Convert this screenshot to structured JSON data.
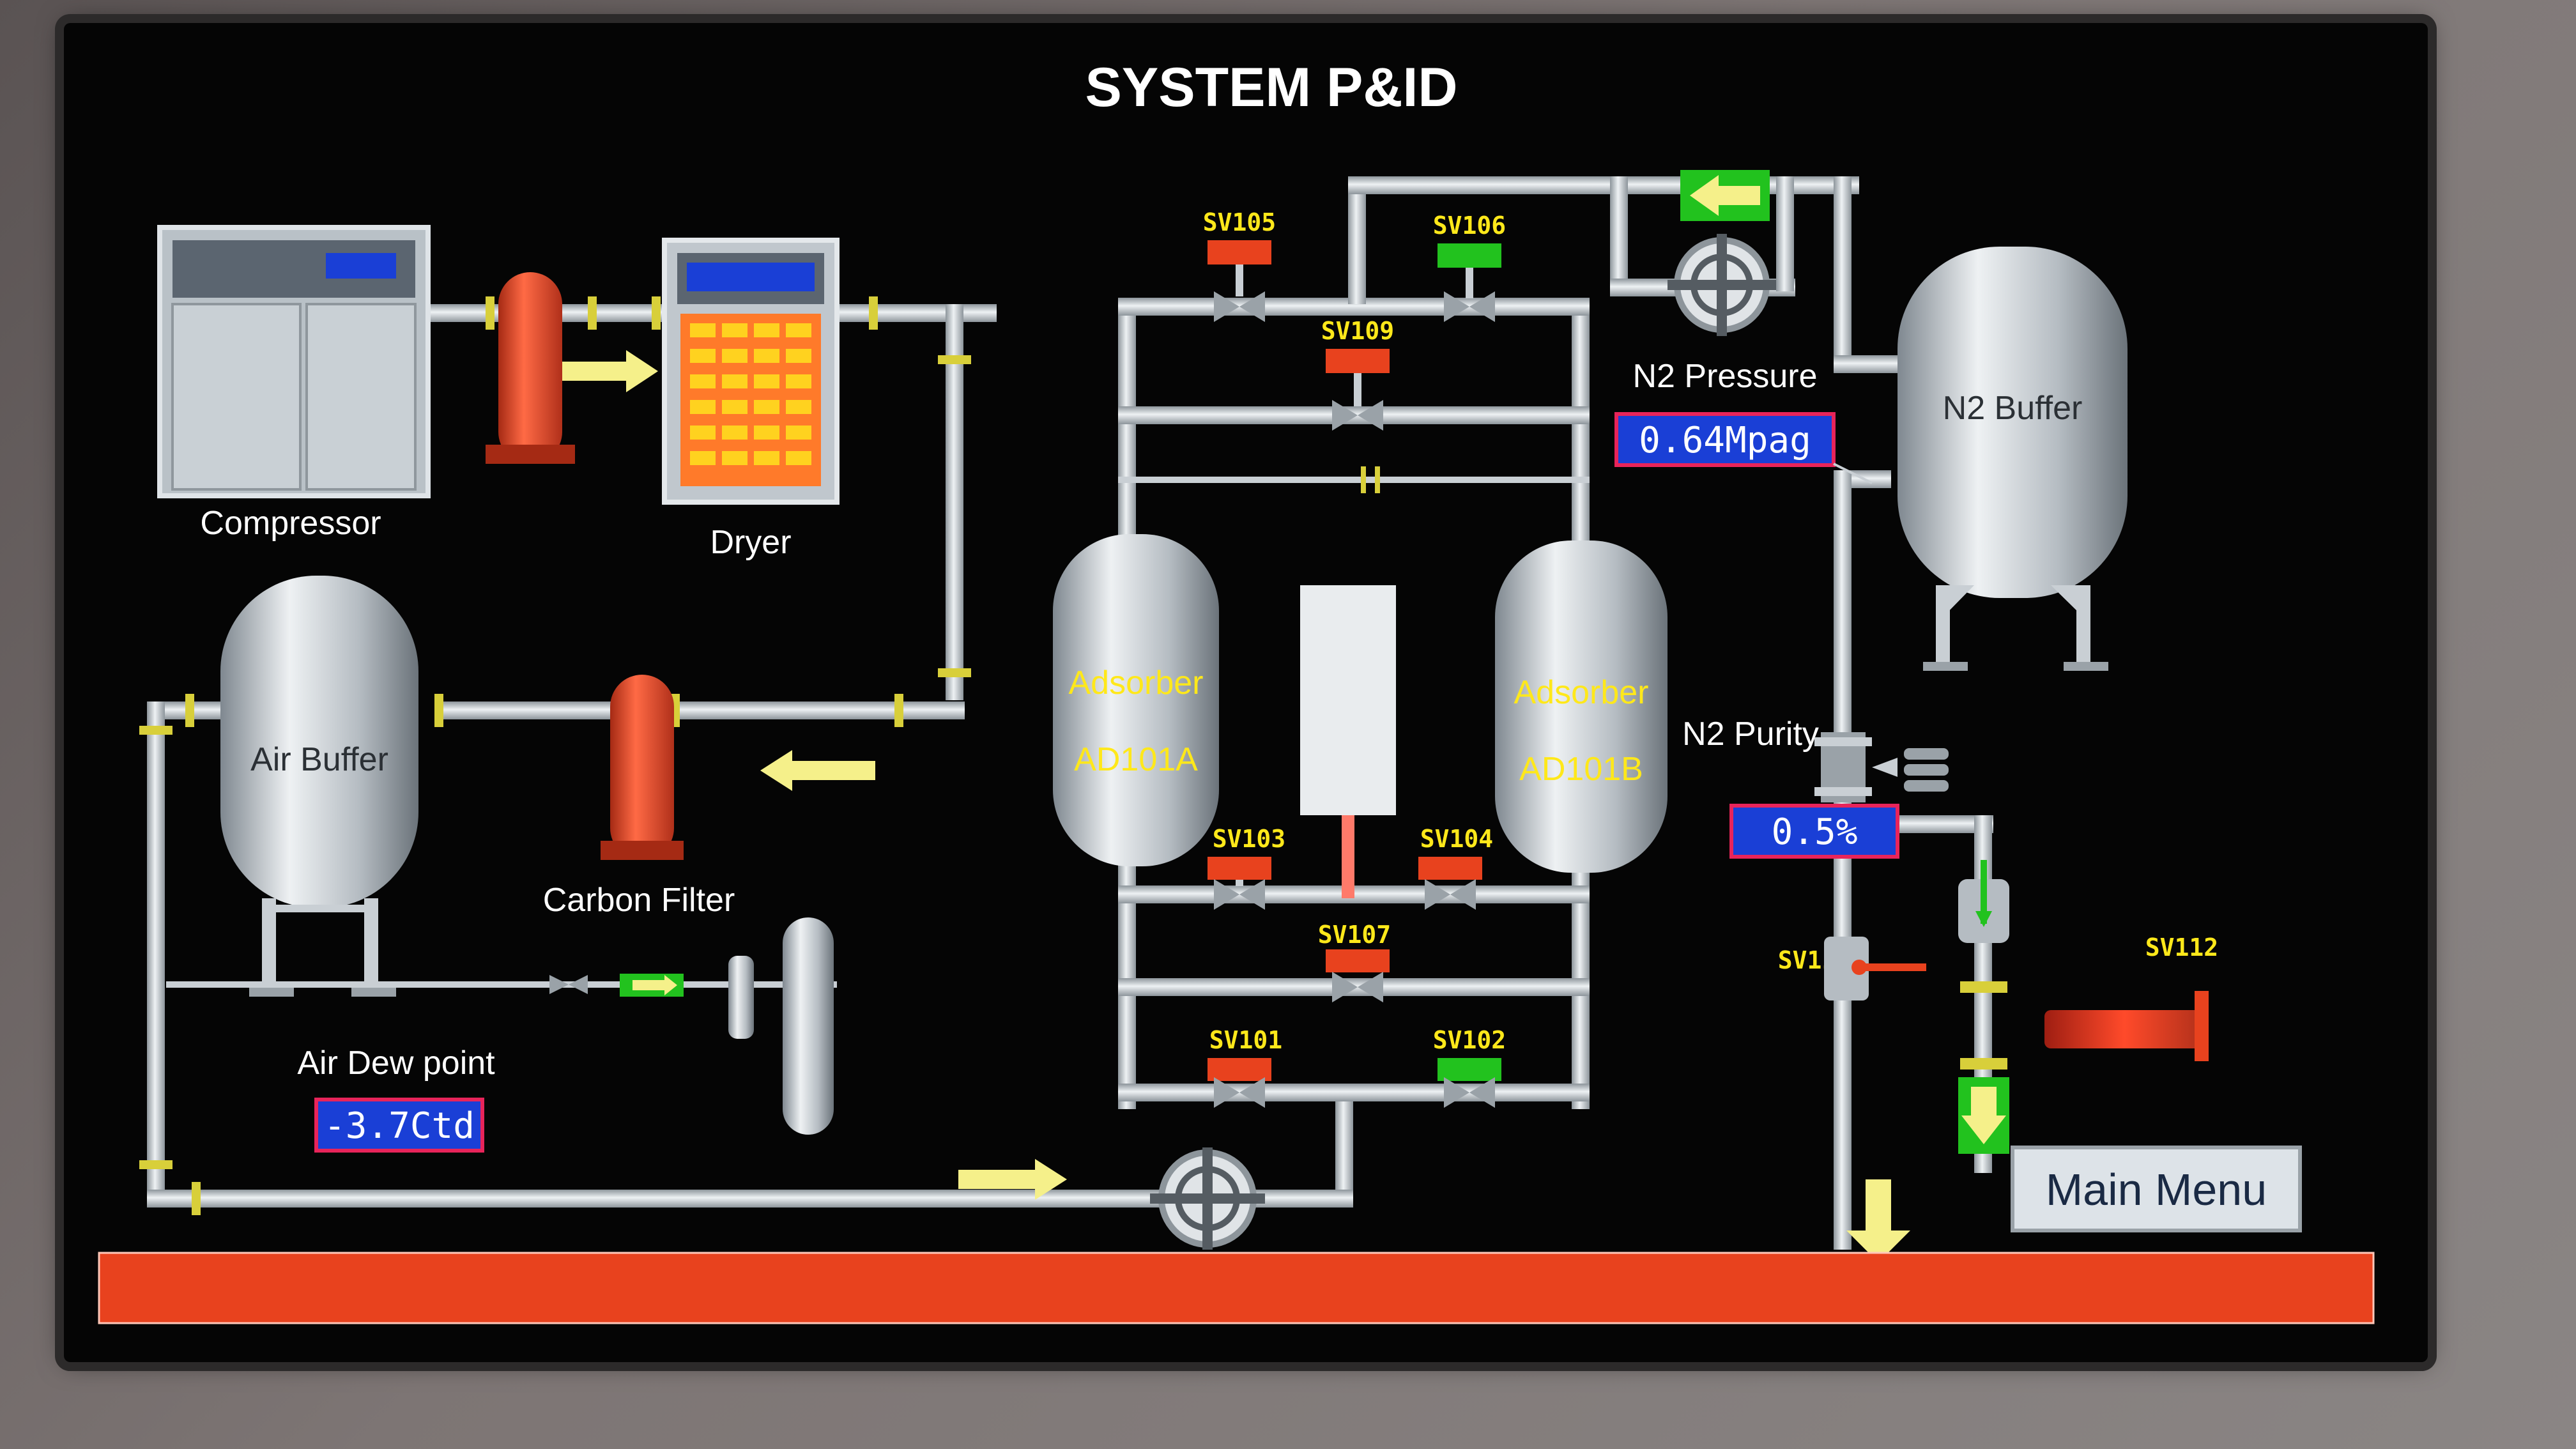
{
  "title": "SYSTEM P&ID",
  "equipment": {
    "compressor": "Compressor",
    "dryer": "Dryer",
    "air_buffer": "Air Buffer",
    "carbon_filter": "Carbon Filter",
    "n2_buffer": "N2 Buffer",
    "adsorber_a_line1": "Adsorber",
    "adsorber_a_line2": "AD101A",
    "adsorber_b_line1": "Adsorber",
    "adsorber_b_line2": "AD101B"
  },
  "valves": {
    "sv101": {
      "label": "SV101",
      "state_color": "#e8421e"
    },
    "sv102": {
      "label": "SV102",
      "state_color": "#22c21e"
    },
    "sv103": {
      "label": "SV103",
      "state_color": "#e8421e"
    },
    "sv104": {
      "label": "SV104",
      "state_color": "#e8421e"
    },
    "sv105": {
      "label": "SV105",
      "state_color": "#e8421e"
    },
    "sv106": {
      "label": "SV106",
      "state_color": "#22c21e"
    },
    "sv107": {
      "label": "SV107",
      "state_color": "#e8421e"
    },
    "sv109": {
      "label": "SV109",
      "state_color": "#e8421e"
    },
    "sv111": {
      "label": "SV111"
    },
    "sv112": {
      "label": "SV112"
    }
  },
  "readings": {
    "n2_pressure_label": "N2 Pressure",
    "n2_pressure_value": "0.64Mpag",
    "n2_purity_label": "N2 Purity",
    "n2_purity_value": "0.5%",
    "air_dew_point_label": "Air Dew point",
    "air_dew_point_value": "-3.7Ctd"
  },
  "buttons": {
    "main_menu": "Main Menu"
  },
  "colors": {
    "alarm_bar": "#e8421e",
    "display_bg": "#1a3fd6",
    "display_border": "#e8245a",
    "pipe": "#c9cfd4",
    "flow_arrow": "#f5f08a",
    "active_green": "#22c21e",
    "inactive_red": "#e8421e"
  }
}
